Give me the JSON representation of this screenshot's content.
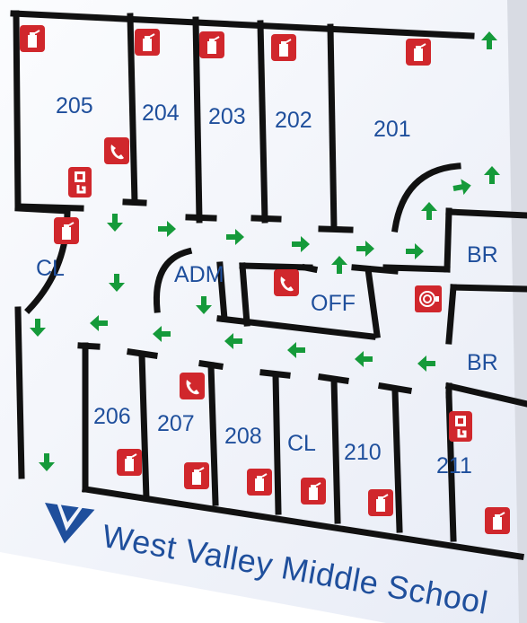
{
  "sign": {
    "school_name": "West Valley Middle School",
    "rooms": [
      "205",
      "204",
      "203",
      "202",
      "201",
      "CL",
      "ADM",
      "OFF",
      "BR",
      "BR",
      "206",
      "207",
      "208",
      "CL",
      "210",
      "211"
    ]
  },
  "legend_icons": {
    "fire_extinguisher": "fire-extinguisher-icon",
    "phone": "emergency-phone-icon",
    "alarm_pull": "fire-alarm-pull-icon",
    "fire_hose": "fire-hose-cabinet-icon",
    "exit_arrow": "evacuation-arrow-icon"
  },
  "colors": {
    "wall": "#111111",
    "room_label": "#1f4f9c",
    "safety_red": "#d0272c",
    "arrow_green": "#159a3a",
    "logo_blue": "#1f4f9c",
    "board_bg": "#f2f4fa"
  }
}
